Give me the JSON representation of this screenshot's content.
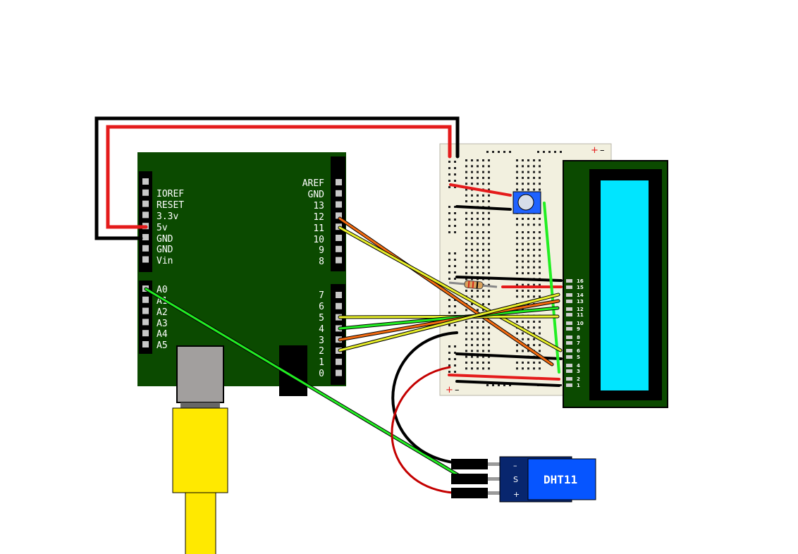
{
  "arduino": {
    "power_pins": [
      "IOREF",
      "RESET",
      "3.3v",
      "5v",
      "GND",
      "GND",
      "Vin"
    ],
    "analog_pins": [
      "A0",
      "A1",
      "A2",
      "A3",
      "A4",
      "A5"
    ],
    "digital_top": [
      "AREF",
      "GND",
      "13",
      "12",
      "11",
      "10",
      "9",
      "8"
    ],
    "digital_bottom": [
      "7",
      "6",
      "5",
      "4",
      "3",
      "2",
      "1",
      "0"
    ]
  },
  "lcd": {
    "pins": [
      "16",
      "15",
      "14",
      "13",
      "12",
      "11",
      "10",
      "9",
      "8",
      "7",
      "6",
      "5",
      "4",
      "3",
      "2",
      "1"
    ],
    "screen_color": "#00e5ff"
  },
  "dht": {
    "label": "DHT11",
    "pins": [
      "–",
      "S",
      "+"
    ]
  },
  "breadboard": {
    "rail_plus": "+",
    "rail_minus": "–"
  },
  "colors": {
    "board": "#0b4a00",
    "wire_red": "#e41b1b",
    "wire_black": "#000000",
    "wire_green": "#22ee22",
    "wire_orange": "#f26a10",
    "wire_yellow": "#e8ef2a",
    "usb": "#ffe900",
    "dht_body": "#0655ff"
  }
}
